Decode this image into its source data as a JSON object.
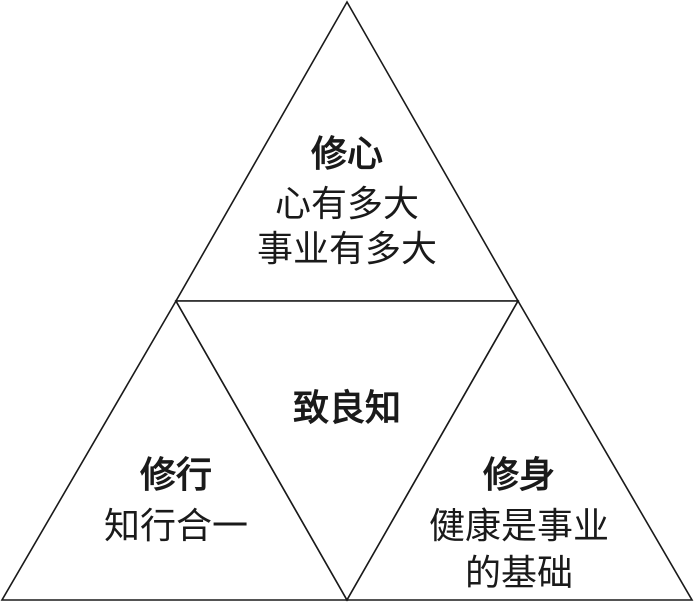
{
  "top": {
    "title": "修心",
    "line1": "心有多大",
    "line2": "事业有多大"
  },
  "center": {
    "title": "致良知"
  },
  "left": {
    "title": "修行",
    "line1": "知行合一"
  },
  "right": {
    "title": "修身",
    "line1": "健康是事业",
    "line2": "的基础"
  }
}
